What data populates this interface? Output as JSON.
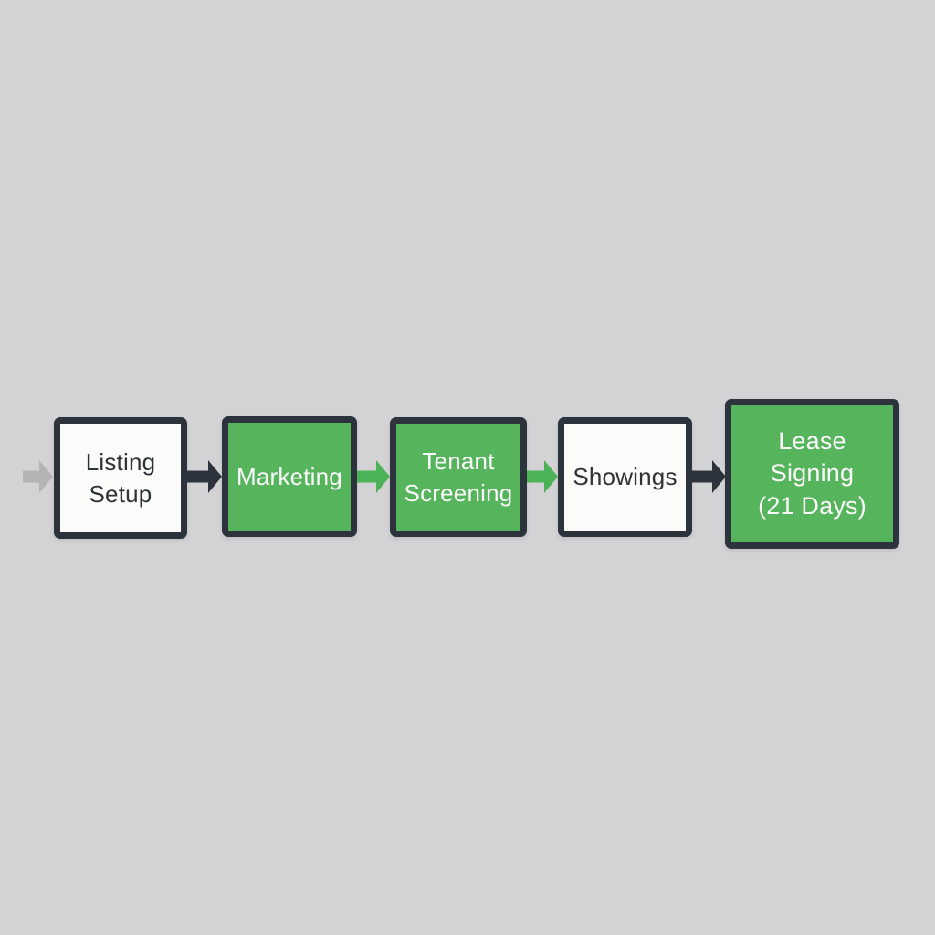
{
  "flowchart": {
    "colors": {
      "background": "#d3d3d5",
      "box_border": "#2d333c",
      "white_fill": "#fbfbfa",
      "green_fill": "#56b45c",
      "dark_arrow": "#2d333c",
      "green_arrow": "#4cb257",
      "gray_arrow": "#b4b4b6",
      "dark_text": "#2e3338",
      "white_text": "#fafafa"
    },
    "steps": [
      {
        "id": "listing-setup",
        "label": "Listing\nSetup",
        "variant": "white"
      },
      {
        "id": "marketing",
        "label": "Marketing",
        "variant": "green"
      },
      {
        "id": "tenant-screening",
        "label": "Tenant\nScreening",
        "variant": "green"
      },
      {
        "id": "showings",
        "label": "Showings",
        "variant": "white"
      },
      {
        "id": "lease-signing",
        "label": "Lease Signing\n(21 Days)",
        "variant": "green"
      }
    ],
    "connectors": [
      {
        "from": "start",
        "to": "listing-setup",
        "color": "gray"
      },
      {
        "from": "listing-setup",
        "to": "marketing",
        "color": "dark"
      },
      {
        "from": "marketing",
        "to": "tenant-screening",
        "color": "green"
      },
      {
        "from": "tenant-screening",
        "to": "showings",
        "color": "green"
      },
      {
        "from": "showings",
        "to": "lease-signing",
        "color": "dark"
      }
    ]
  }
}
